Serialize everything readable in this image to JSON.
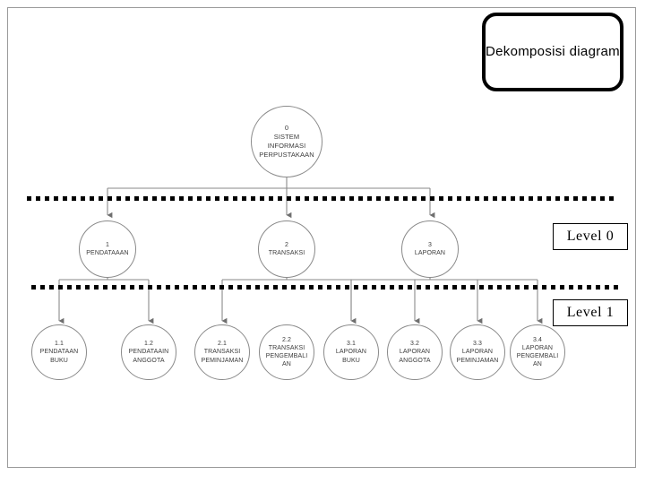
{
  "title_box": {
    "text": "Dekomposisi\ndiagram"
  },
  "level_labels": {
    "level0": "Level 0",
    "level1": "Level 1"
  },
  "diagram": {
    "type": "decomposition-tree",
    "root": {
      "id": "0",
      "label": "0\nSISTEM\nINFORMASI\nPERPUSTAKAAN"
    },
    "level0_nodes": [
      {
        "id": "1",
        "label": "1\nPENDATAAAN"
      },
      {
        "id": "2",
        "label": "2\nTRANSAKSI"
      },
      {
        "id": "3",
        "label": "3\nLAPORAN"
      }
    ],
    "level1_nodes": [
      {
        "id": "1.1",
        "label": "1.1\nPENDATAAN\nBUKU",
        "parent": "1"
      },
      {
        "id": "1.2",
        "label": "1.2\nPENDATAAIN\nANGGOTA",
        "parent": "1"
      },
      {
        "id": "2.1",
        "label": "2.1\nTRANSAKSI\nPEMINJAMAN",
        "parent": "2"
      },
      {
        "id": "2.2",
        "label": "2.2\nTRANSAKSI\nPENGEMBALI\nAN",
        "parent": "2"
      },
      {
        "id": "3.1",
        "label": "3.1\nLAPORAN\nBUKU",
        "parent": "3"
      },
      {
        "id": "3.2",
        "label": "3.2\nLAPORAN\nANGGOTA",
        "parent": "3"
      },
      {
        "id": "3.3",
        "label": "3.3\nLAPORAN\nPEMINJAMAN",
        "parent": "3"
      },
      {
        "id": "3.4",
        "label": "3.4\nLAPORAN\nPENGEMBALI\nAN",
        "parent": "3"
      }
    ],
    "colors": {
      "node_stroke": "#8a8a8a",
      "connector": "#8a8a8a",
      "separator": "#000000",
      "title_border": "#000000",
      "page_frame": "#9a9a9a"
    }
  }
}
